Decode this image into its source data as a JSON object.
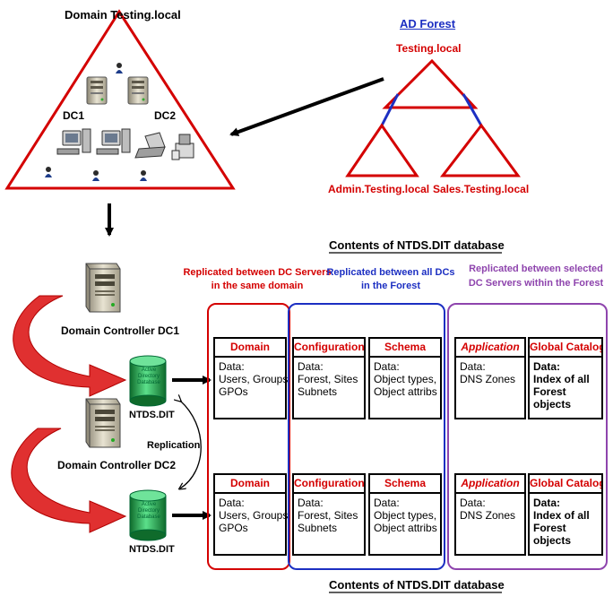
{
  "domain_section": {
    "title": "Domain Testing.local",
    "dc1_label": "DC1",
    "dc2_label": "DC2"
  },
  "forest": {
    "title": "AD Forest",
    "root": "Testing.local",
    "child_left": "Admin.Testing.local",
    "child_right": "Sales.Testing.local"
  },
  "contents_title_top": "Contents of NTDS.DIT database",
  "contents_title_bottom": "Contents of NTDS.DIT database",
  "group_labels": {
    "domain": [
      "Replicated between DC Servers",
      "in the same domain"
    ],
    "forest": [
      "Replicated between all DCs",
      "in the Forest"
    ],
    "selected": [
      "Replicated between selected",
      "DC Servers within the Forest"
    ]
  },
  "controllers": {
    "dc1": "Domain Controller  DC1",
    "dc2": "Domain Controller  DC2",
    "db_label_1": "NTDS.DIT",
    "db_label_2": "NTDS.DIT",
    "db_icon_text": [
      "Active",
      "Directory",
      "Database"
    ],
    "replication": "Replication"
  },
  "partitions_top": [
    {
      "title": "Domain",
      "lines": [
        "Data:",
        "Users, Groups",
        "GPOs"
      ]
    },
    {
      "title": "Configuration",
      "lines": [
        "Data:",
        "Forest, Sites",
        "Subnets"
      ]
    },
    {
      "title": "Schema",
      "lines": [
        "Data:",
        "Object types,",
        "Object attribs"
      ]
    },
    {
      "title": "Application",
      "lines": [
        "Data:",
        "DNS Zones"
      ]
    },
    {
      "title": "Global Catalog",
      "lines": [
        "Data:",
        "Index of all",
        "Forest",
        "objects"
      ]
    }
  ],
  "partitions_bottom": [
    {
      "title": "Domain",
      "lines": [
        "Data:",
        "Users, Groups",
        "GPOs"
      ]
    },
    {
      "title": "Configuration",
      "lines": [
        "Data:",
        "Forest, Sites",
        "Subnets"
      ]
    },
    {
      "title": "Schema",
      "lines": [
        "Data:",
        "Object types,",
        "Object attribs"
      ]
    },
    {
      "title": "Application",
      "lines": [
        "Data:",
        "DNS Zones"
      ]
    },
    {
      "title": "Global Catalog",
      "lines": [
        "Data:",
        "Index of all",
        "Forest",
        "objects"
      ]
    }
  ],
  "colors": {
    "domain_red": "#d40000",
    "forest_blue": "#1c2fc2",
    "selected_purple": "#8e44ad"
  }
}
